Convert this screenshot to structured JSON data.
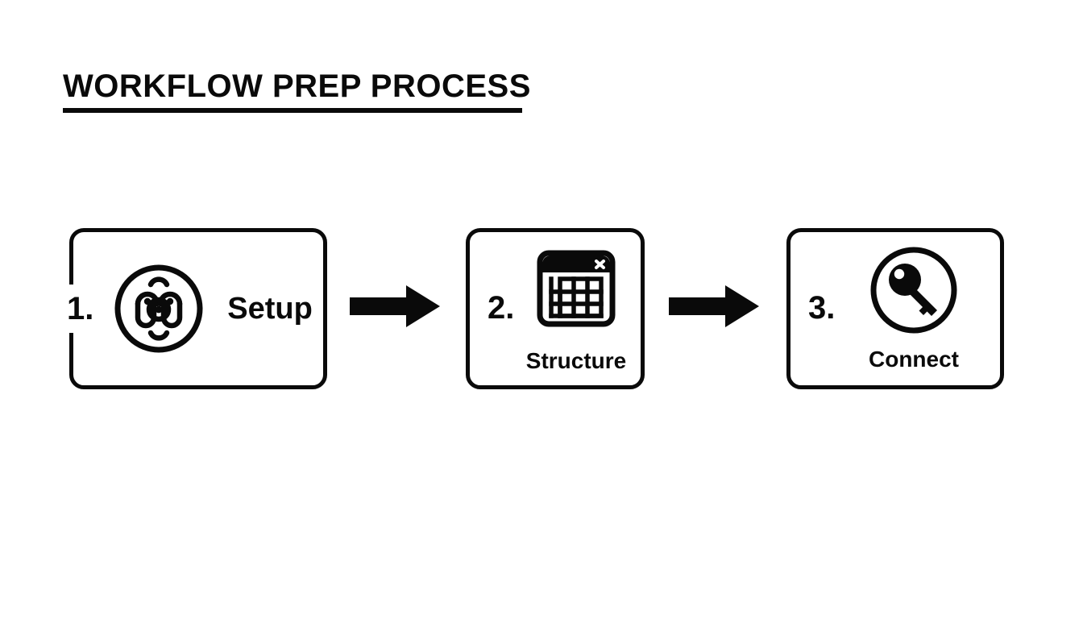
{
  "page": {
    "background_color": "#ffffff",
    "ink_color": "#0a0a0a"
  },
  "header": {
    "title": "WORKFLOW PREP PROCESS",
    "underline": true
  },
  "diagram": {
    "type": "linear-process-flow",
    "direction": "left-to-right",
    "step_count": 3,
    "connector_label": "arrow-right",
    "steps": [
      {
        "number": "1.",
        "label": "Setup",
        "icon": "node-cluster-circle-icon",
        "layout": "inline",
        "number_overlaps_border": true
      },
      {
        "number": "2.",
        "label": "Structure",
        "icon": "spreadsheet-window-icon",
        "layout": "stacked",
        "number_overlaps_border": false
      },
      {
        "number": "3.",
        "label": "Connect",
        "icon": "key-circle-icon",
        "layout": "stacked",
        "number_overlaps_border": false
      }
    ],
    "connectors": [
      {
        "name": "arrow-1",
        "from": "1.",
        "to": "2."
      },
      {
        "name": "arrow-2",
        "from": "2.",
        "to": "3."
      }
    ]
  }
}
